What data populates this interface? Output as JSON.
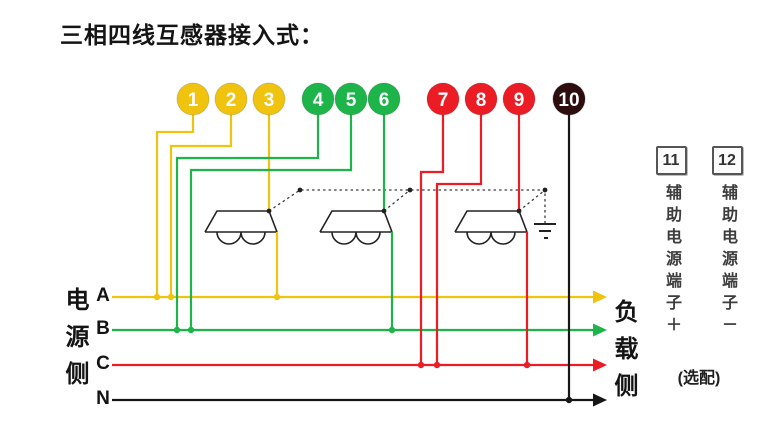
{
  "title": "三相四线互感器接入式：",
  "colors": {
    "phase_a": "#f0c30f",
    "phase_b": "#1db54a",
    "phase_c": "#ec1c24",
    "neutral": "#161616"
  },
  "phases": [
    {
      "name": "A"
    },
    {
      "name": "B"
    },
    {
      "name": "C"
    },
    {
      "name": "N"
    }
  ],
  "terminals": [
    {
      "label": "1",
      "color": "#f0c30f"
    },
    {
      "label": "2",
      "color": "#f0c30f"
    },
    {
      "label": "3",
      "color": "#f0c30f"
    },
    {
      "label": "4",
      "color": "#1db54a"
    },
    {
      "label": "5",
      "color": "#1db54a"
    },
    {
      "label": "6",
      "color": "#1db54a"
    },
    {
      "label": "7",
      "color": "#ec1c24"
    },
    {
      "label": "8",
      "color": "#ec1c24"
    },
    {
      "label": "9",
      "color": "#ec1c24"
    },
    {
      "label": "10",
      "color": "#2d0d0d"
    }
  ],
  "source_side": {
    "label": "电源侧"
  },
  "load_side": {
    "label": "负载侧"
  },
  "aux": {
    "terminals": [
      {
        "number": "11",
        "label": "辅助电源端子＋"
      },
      {
        "number": "12",
        "label": "辅助电源端子－"
      }
    ],
    "note": "(选配)"
  }
}
